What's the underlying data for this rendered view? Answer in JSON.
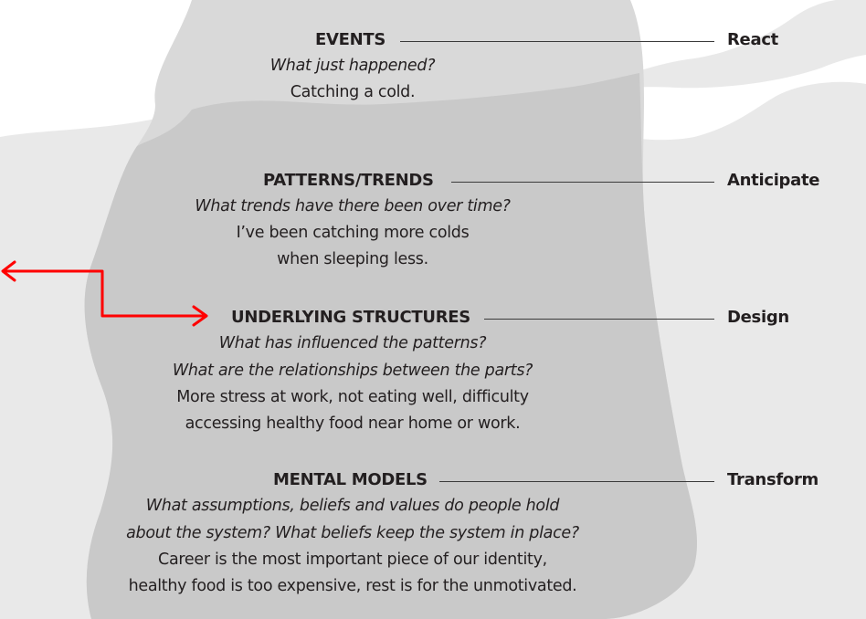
{
  "colors": {
    "sky": "#ffffff",
    "water": "#e9e9e9",
    "iceberg_above": "#d9d9d9",
    "iceberg_below": "#c9c9c9",
    "text": "#231f20",
    "connector_line": "#3a3a3a",
    "arrow_accent": "#ff0000"
  },
  "levels": [
    {
      "heading": "EVENTS",
      "response": "React",
      "questions": [
        "What just happened?"
      ],
      "example": [
        "Catching a cold."
      ]
    },
    {
      "heading": "PATTERNS/TRENDS",
      "response": "Anticipate",
      "questions": [
        "What trends have there been over time?"
      ],
      "example": [
        "I’ve been catching more colds",
        "when sleeping less."
      ]
    },
    {
      "heading": "UNDERLYING STRUCTURES",
      "response": "Design",
      "questions": [
        "What has influenced the patterns?",
        "What are the relationships between the parts?"
      ],
      "example": [
        "More stress at work, not eating well, difficulty",
        "accessing healthy food near home or work."
      ]
    },
    {
      "heading": "MENTAL MODELS",
      "response": "Transform",
      "questions": [
        "What assumptions, beliefs and values do people hold",
        "about the system? What beliefs keep the system in place?"
      ],
      "example": [
        "Career is the most important piece of our identity,",
        "healthy food is too expensive, rest is for the unmotivated."
      ]
    }
  ]
}
